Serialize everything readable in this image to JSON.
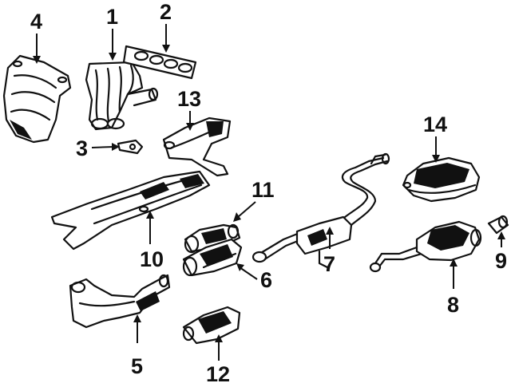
{
  "diagram": {
    "callouts": [
      {
        "id": "1",
        "label": "1"
      },
      {
        "id": "2",
        "label": "2"
      },
      {
        "id": "3",
        "label": "3"
      },
      {
        "id": "4",
        "label": "4"
      },
      {
        "id": "5",
        "label": "5"
      },
      {
        "id": "6",
        "label": "6"
      },
      {
        "id": "7",
        "label": "7"
      },
      {
        "id": "8",
        "label": "8"
      },
      {
        "id": "9",
        "label": "9"
      },
      {
        "id": "10",
        "label": "10"
      },
      {
        "id": "11",
        "label": "11"
      },
      {
        "id": "12",
        "label": "12"
      },
      {
        "id": "13",
        "label": "13"
      },
      {
        "id": "14",
        "label": "14"
      }
    ],
    "colors": {
      "ink": "#111111",
      "background": "#ffffff"
    }
  }
}
